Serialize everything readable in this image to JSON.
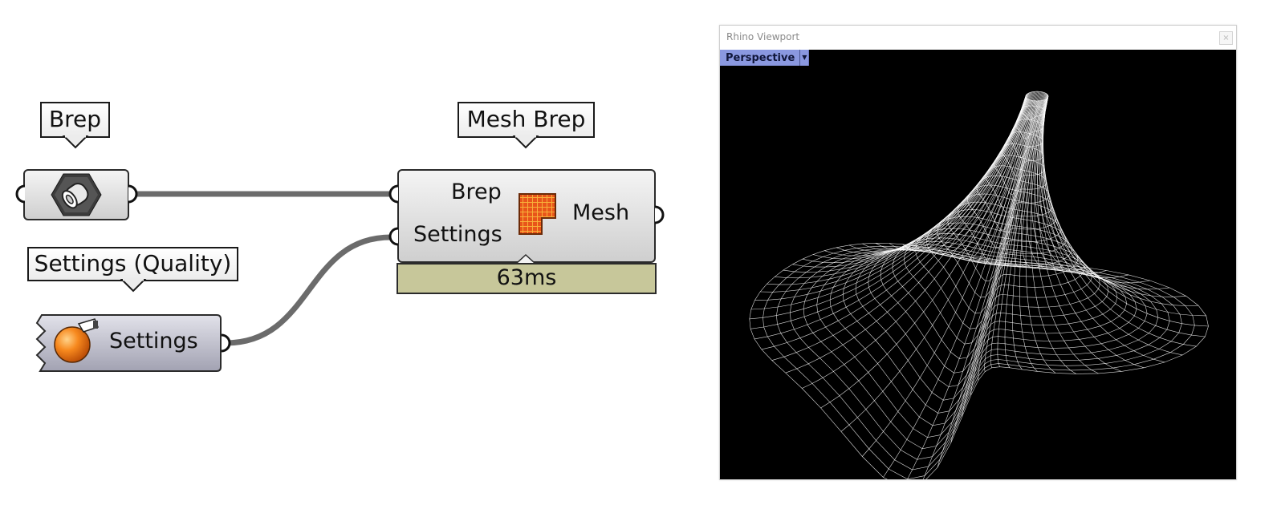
{
  "canvas": {
    "brep_param": {
      "tooltip": "Brep",
      "icon": "brep-hexagon-icon"
    },
    "mesh_brep": {
      "tooltip": "Mesh Brep",
      "inputs": [
        "Brep",
        "Settings"
      ],
      "output": "Mesh",
      "icon": "mesh-grid-icon",
      "timer": "63ms",
      "timer_color": "#c7c79a"
    },
    "settings": {
      "tooltip": "Settings (Quality)",
      "label": "Settings",
      "icon": "orange-sphere-icon"
    },
    "wire_color": "#6b6b6b"
  },
  "viewport": {
    "title": "Rhino Viewport",
    "close_glyph": "×",
    "view_name": "Perspective",
    "view_dropdown_glyph": "▼",
    "background": "#000000",
    "wireframe_color": "#ffffff",
    "tab_color": "#8a98e0"
  }
}
